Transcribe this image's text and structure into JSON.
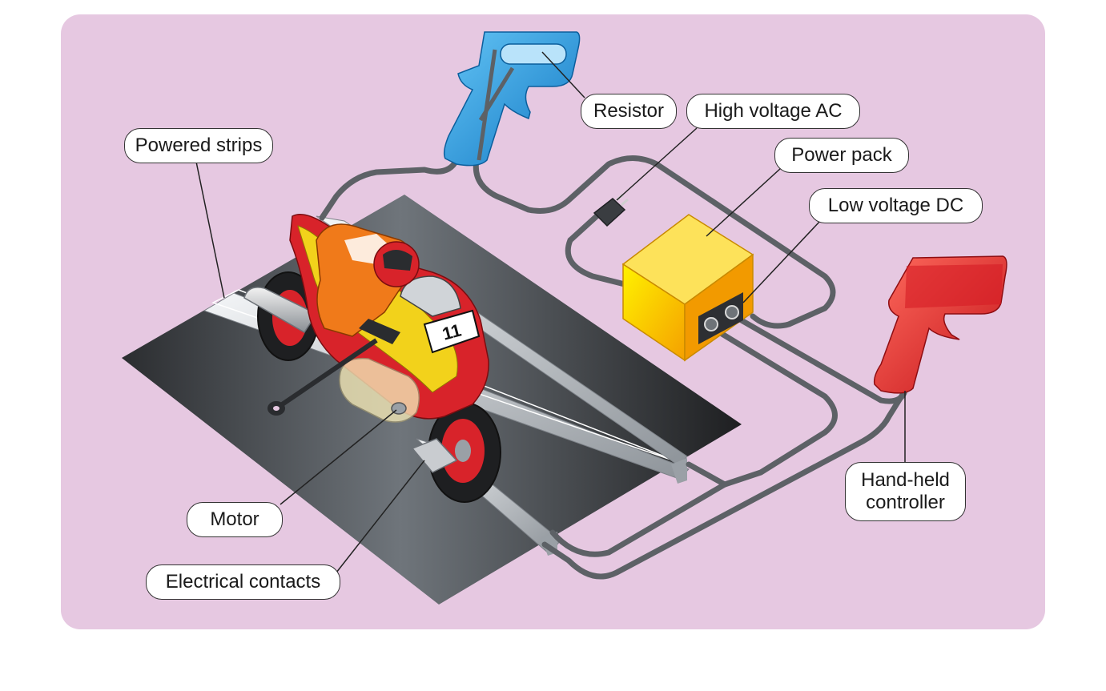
{
  "labels": {
    "resistor": "Resistor",
    "high_voltage_ac": "High voltage AC",
    "power_pack": "Power pack",
    "low_voltage_dc": "Low voltage DC",
    "powered_strips": "Powered strips",
    "hand_held_controller": "Hand-held controller",
    "motor": "Motor",
    "electrical_contacts": "Electrical contacts"
  },
  "bike": {
    "number": "11"
  },
  "colors": {
    "background": "#e6c8e1",
    "track": "#4a4e52",
    "rail": "#c9ccd0",
    "cable": "#5d6166",
    "power_pack": "#f7b400",
    "blue_controller": "#2a9de0",
    "red_controller": "#e0262a",
    "bike_red": "#d8232a",
    "bike_yellow": "#f2d21b",
    "rider_orange": "#f07a1a"
  }
}
